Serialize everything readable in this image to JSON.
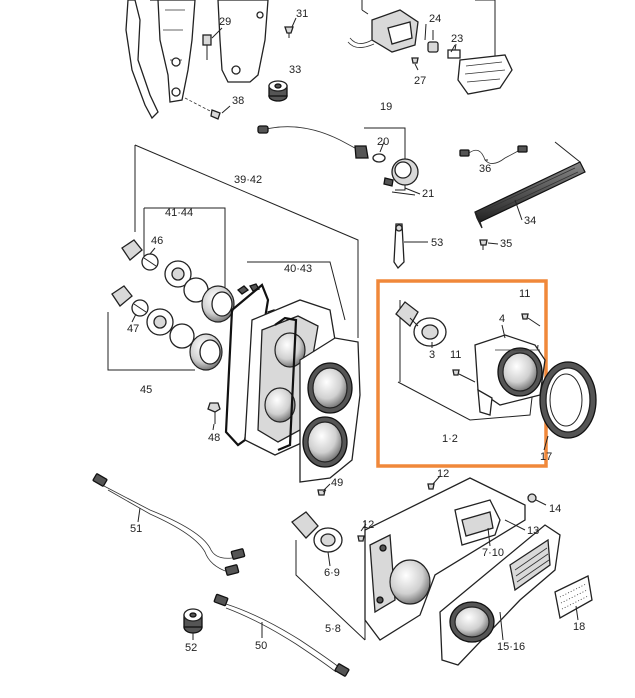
{
  "labels": {
    "l1_2": "1·2",
    "l3": "3",
    "l4": "4",
    "l5_8": "5·8",
    "l6_9": "6·9",
    "l7_10": "7·10",
    "l11a": "11",
    "l11b": "11",
    "l12a": "12",
    "l12b": "12",
    "l13": "13",
    "l14": "14",
    "l15_16": "15·16",
    "l17": "17",
    "l18": "18",
    "l19": "19",
    "l20": "20",
    "l21": "21",
    "l23": "23",
    "l24": "24",
    "l27": "27",
    "l29": "29",
    "l31": "31",
    "l33": "33",
    "l34": "34",
    "l35": "35",
    "l36": "36",
    "l38": "38",
    "l39_42": "39·42",
    "l40_43": "40·43",
    "l41_44": "41·44",
    "l45": "45",
    "l46": "46",
    "l47": "47",
    "l48": "48",
    "l49": "49",
    "l50": "50",
    "l51": "51",
    "l52": "52",
    "l53": "53"
  },
  "colors": {
    "highlight": "#f0883a",
    "line": "#222222",
    "background": "#ffffff"
  }
}
